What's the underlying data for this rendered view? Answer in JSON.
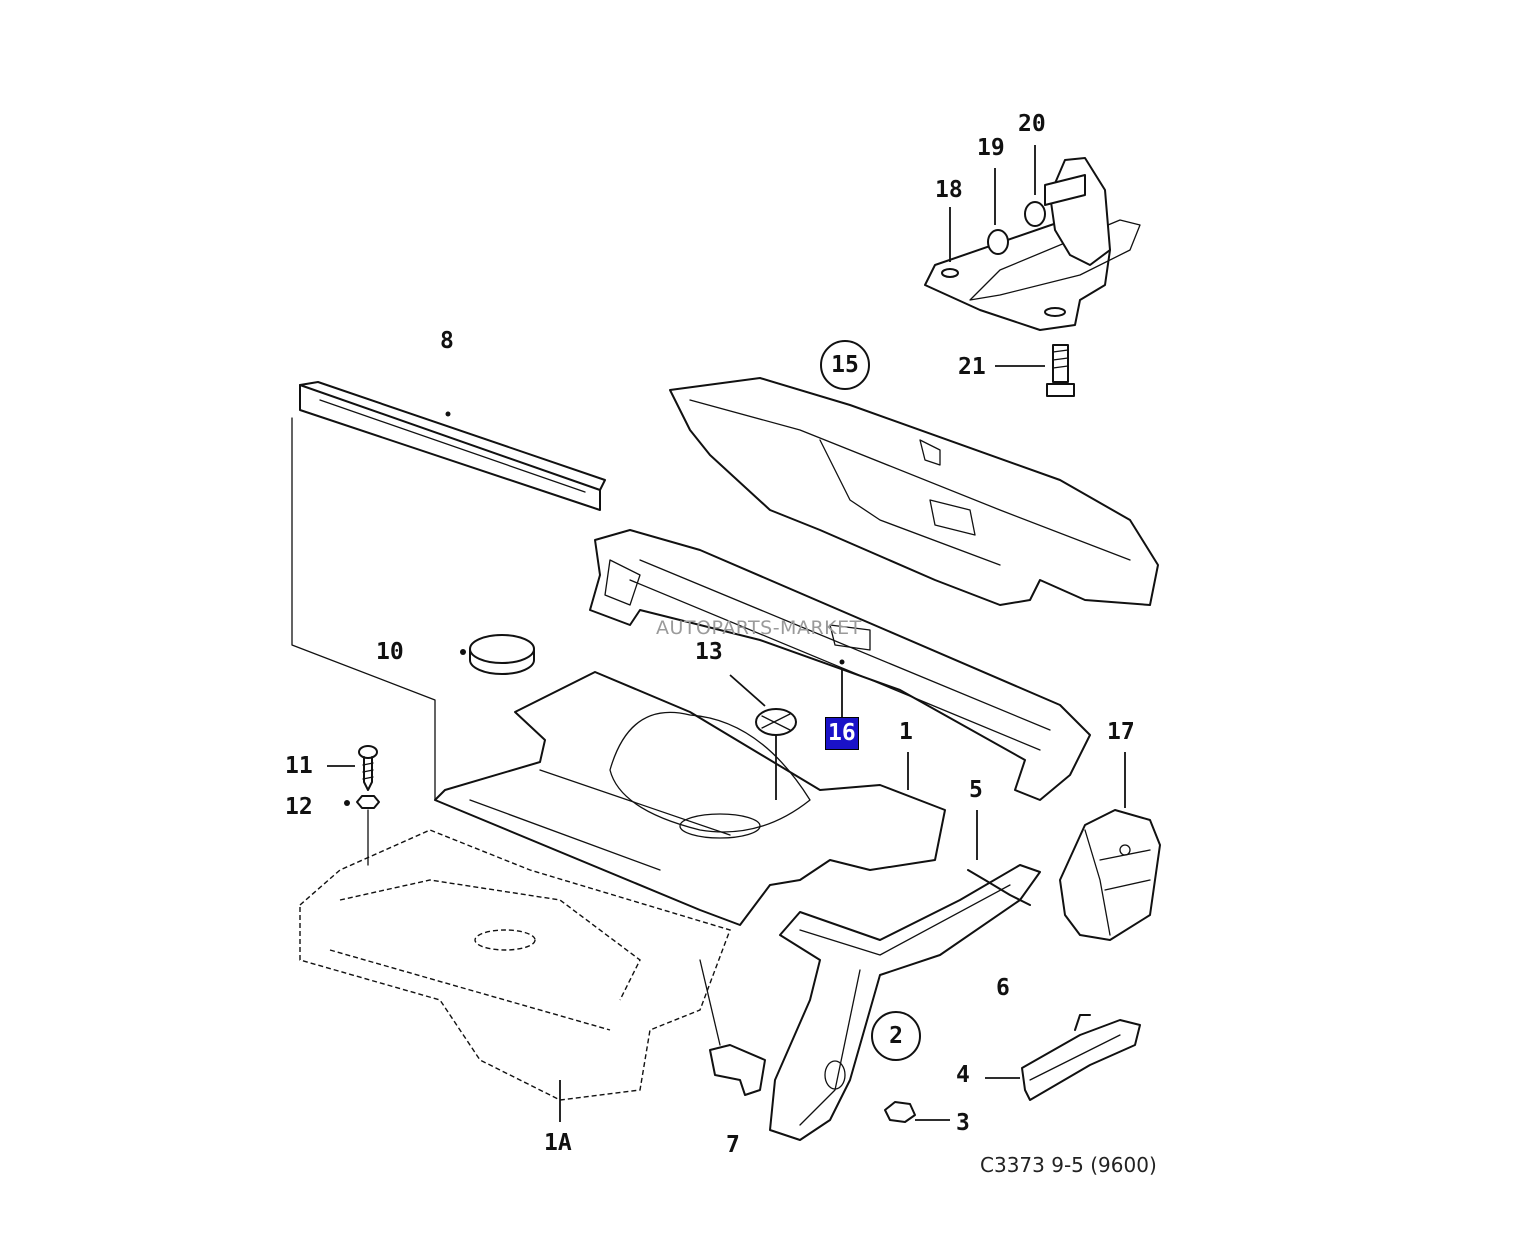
{
  "diagram": {
    "drawing_reference": "C3373 9-5 (9600)",
    "watermark": "AUTOPARTS-MARKET",
    "highlighted_part": "16",
    "part_labels": {
      "p1": "1",
      "p1a": "1A",
      "p2": "2",
      "p3": "3",
      "p4": "4",
      "p5": "5",
      "p6": "6",
      "p7": "7",
      "p8": "8",
      "p10": "10",
      "p11": "11",
      "p12": "12",
      "p13": "13",
      "p15": "15",
      "p16": "16",
      "p17": "17",
      "p18": "18",
      "p19": "19",
      "p20": "20",
      "p21": "21"
    },
    "circled_parts": [
      "2",
      "15"
    ],
    "colors": {
      "highlight": "#1a12c8",
      "line": "#111111",
      "watermark": "#9a9a9a"
    }
  }
}
